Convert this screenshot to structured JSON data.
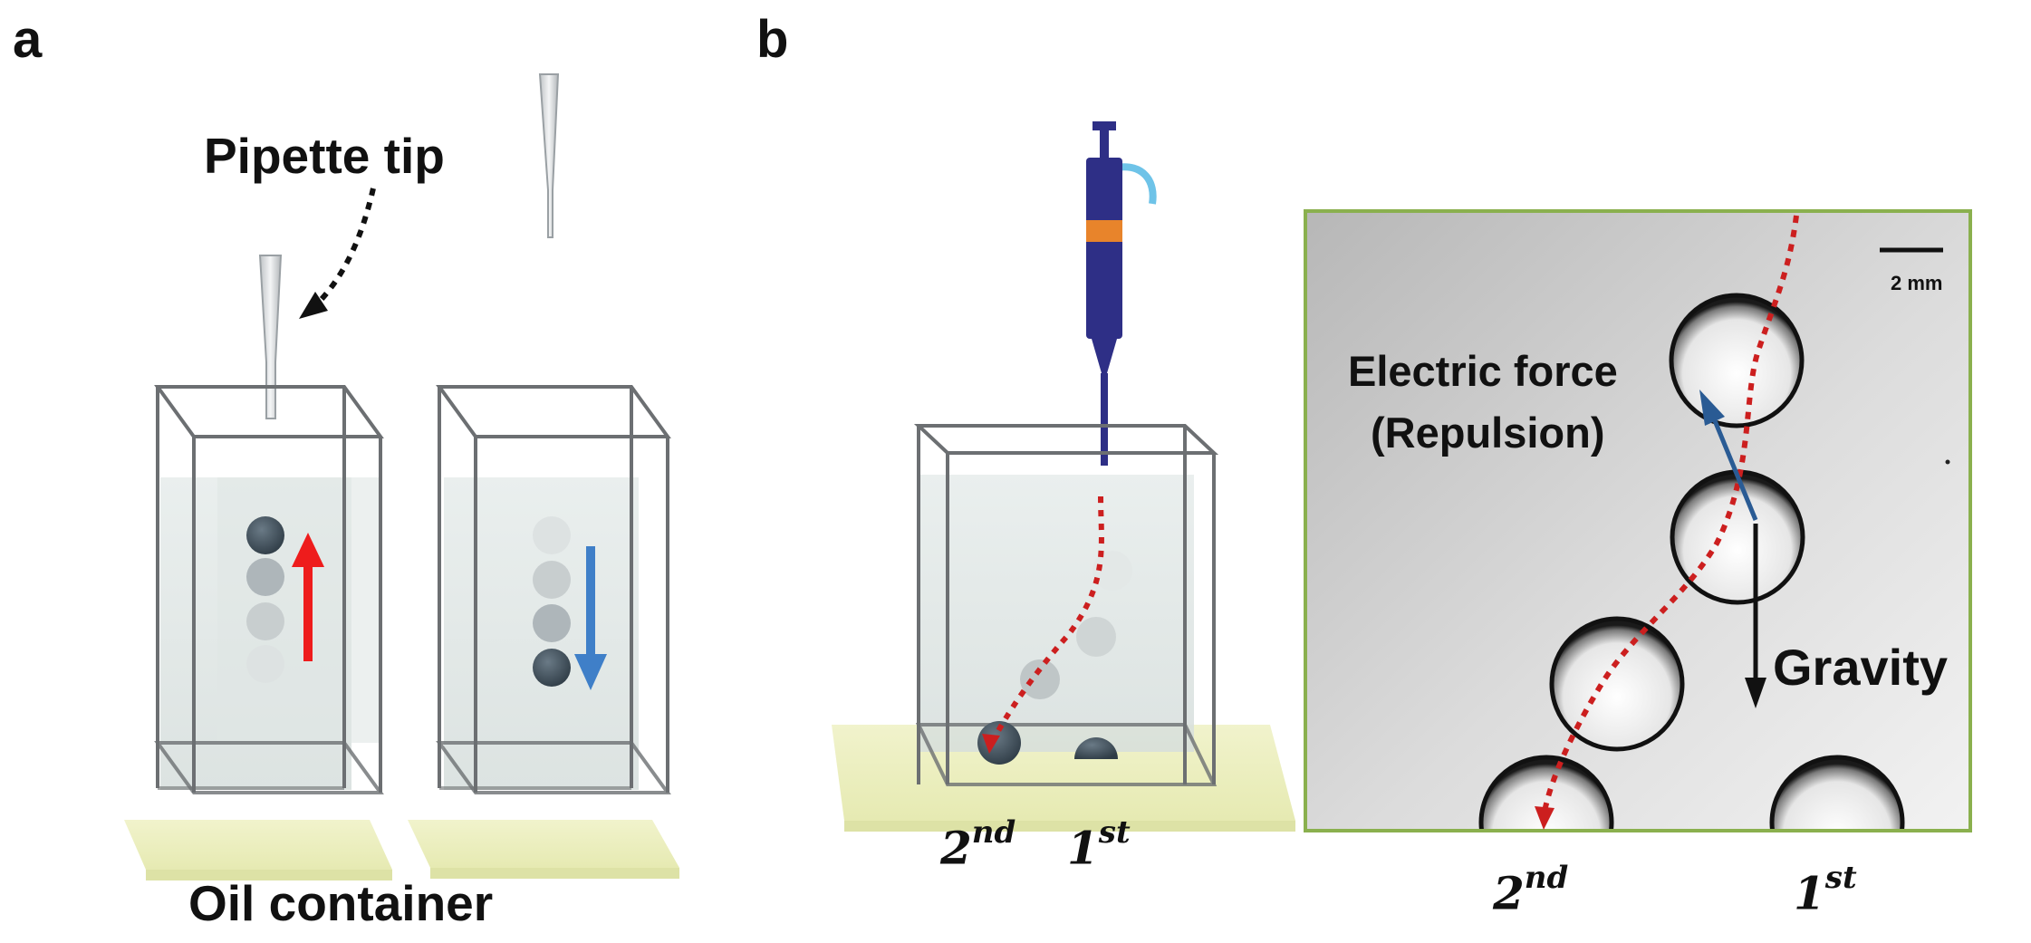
{
  "panel_a": {
    "letter": "a",
    "pipette_label": "Pipette tip",
    "container_label": "Oil container"
  },
  "panel_b": {
    "letter": "b",
    "electric_force_line1": "Electric force",
    "electric_force_line2": "(Repulsion)",
    "gravity_label": "Gravity",
    "scale_bar_label": "2 mm",
    "second_base": "2",
    "second_suffix": "nd",
    "first_base": "1",
    "first_suffix": "st"
  },
  "colors": {
    "up_arrow": "#ee1c1c",
    "down_arrow": "#3f7fc8",
    "trajectory": "#cc1f1f",
    "electric_arrow": "#2a5b94",
    "pipette_body": "#2e2f86",
    "pipette_band": "#e8842b",
    "micrograph_border": "#8ab04e",
    "base_plate": "#eef1c3"
  }
}
